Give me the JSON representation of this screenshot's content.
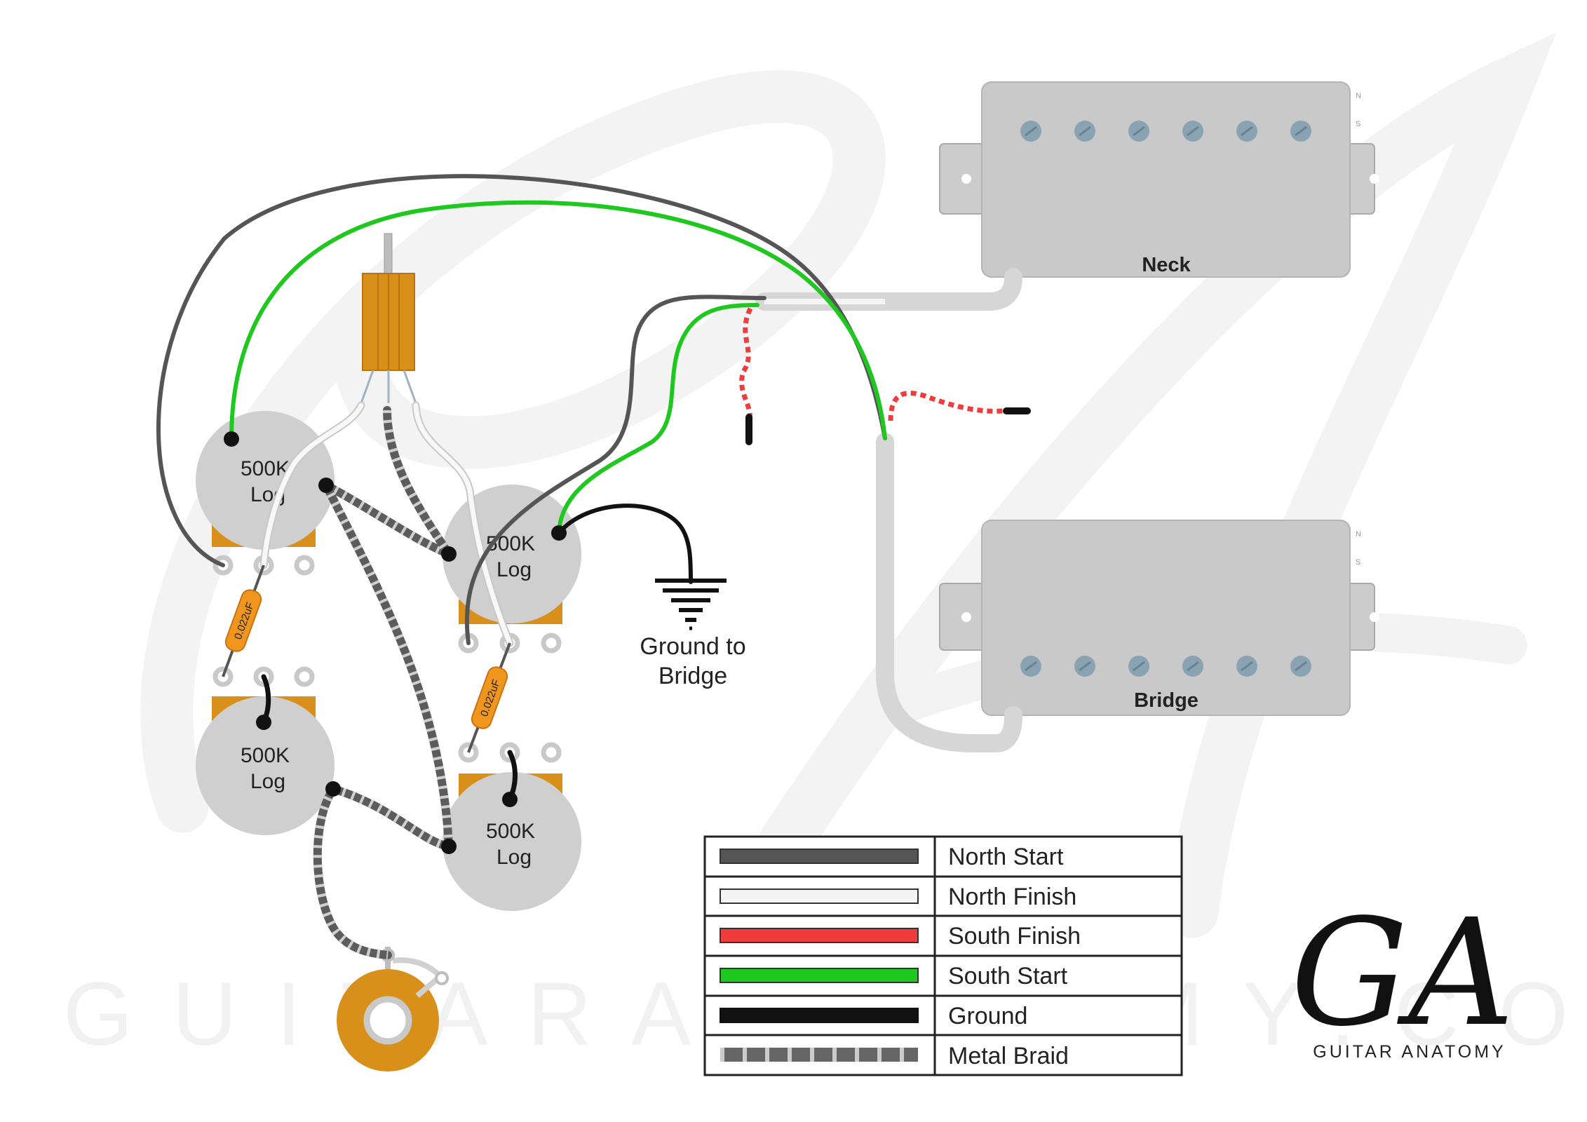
{
  "watermark": {
    "text": "GUITARANATOMY.COM"
  },
  "pickups": {
    "neck": {
      "label": "Neck",
      "pole_ns_n": "N",
      "pole_ns_s": "S"
    },
    "bridge": {
      "label": "Bridge",
      "pole_ns_n": "N",
      "pole_ns_s": "S"
    }
  },
  "pots": {
    "neck_volume": {
      "value": "500K",
      "taper": "Log"
    },
    "bridge_volume": {
      "value": "500K",
      "taper": "Log"
    },
    "neck_tone": {
      "value": "500K",
      "taper": "Log"
    },
    "bridge_tone": {
      "value": "500K",
      "taper": "Log"
    }
  },
  "capacitors": {
    "neck": {
      "label": "0.022uF",
      "color": "#f0961e"
    },
    "bridge": {
      "label": "0.022uF",
      "color": "#f0961e"
    }
  },
  "ground": {
    "label_line1": "Ground to",
    "label_line2": "Bridge"
  },
  "legend": {
    "items": [
      {
        "label": "North Start",
        "color": "#555555",
        "style": "solid"
      },
      {
        "label": "North Finish",
        "color": "#f4f4f4",
        "style": "solid"
      },
      {
        "label": "South Finish",
        "color": "#f03c3c",
        "style": "solid"
      },
      {
        "label": "South Start",
        "color": "#1ec81e",
        "style": "solid"
      },
      {
        "label": "Ground",
        "color": "#111111",
        "style": "solid"
      },
      {
        "label": "Metal Braid",
        "color": "#666666",
        "style": "braid"
      }
    ]
  },
  "brand": {
    "logo": "GA",
    "name": "GUITAR ANATOMY"
  },
  "colors": {
    "pot_body": "#cfcfcf",
    "pot_base": "#d9901a",
    "pickup_body": "#c9c9c9",
    "pole_piece": "#8aa3b3",
    "switch_body": "#d9901a",
    "jack": "#d9901a",
    "north_start": "#555555",
    "south_start": "#1ec81e",
    "south_finish": "#f03c3c",
    "ground": "#111111"
  }
}
